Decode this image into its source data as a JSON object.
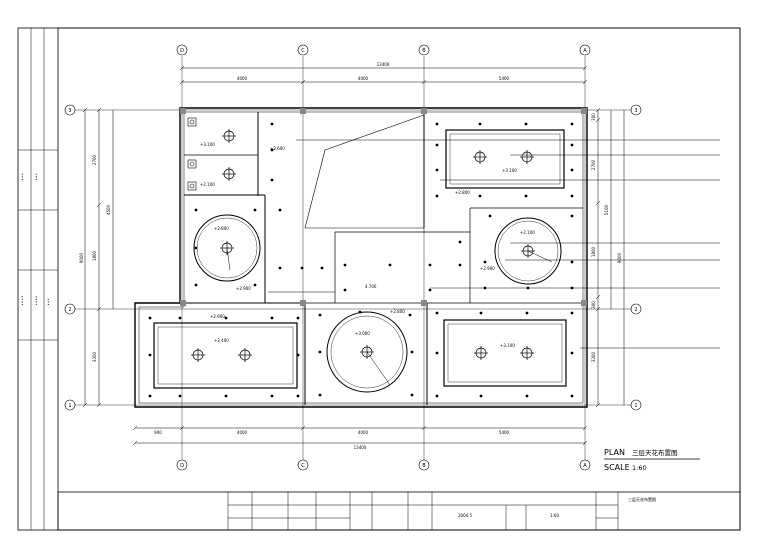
{
  "grid": {
    "top_labels": [
      "D",
      "C",
      "B",
      "A"
    ],
    "bottom_labels": [
      "D",
      "C",
      "B",
      "A"
    ],
    "left_labels": [
      "3",
      "2",
      "1"
    ],
    "right_labels": [
      "3",
      "2",
      "1"
    ]
  },
  "dimensions": {
    "top_segments": [
      "4000",
      "4000",
      "5400"
    ],
    "top_total": "13400",
    "bottom_segments": [
      "900",
      "4000",
      "4000",
      "5400"
    ],
    "bottom_total": "13400",
    "left_segments": [
      "2700",
      "1800",
      "3300"
    ],
    "left_sub": "4500",
    "left_total": "9000",
    "right_segments": [
      "300",
      "2700",
      "1800",
      "300",
      "3300"
    ],
    "right_sub": "5100",
    "right_total": "9000"
  },
  "ceiling_levels": [
    "+3.100",
    "+2.100",
    "+2.600",
    "+2.800",
    "+2.900",
    "+3.100",
    "+2.800",
    "+2.100",
    "+2.900",
    "+2.900",
    "+2.400",
    "+3.000",
    "+2.800",
    "+3.100",
    "4.700"
  ],
  "annotations": [
    "",
    "",
    "",
    "",
    "",
    "",
    ""
  ],
  "title": {
    "plan": "PLAN",
    "name": "三层天花布置图",
    "scale_label": "SCALE",
    "scale_value": "1:60"
  },
  "title_block": {
    "cells": [
      "",
      "",
      "",
      "",
      "",
      "",
      "",
      "",
      "",
      "",
      "",
      "",
      "",
      "",
      "2004.5",
      "",
      "1:60",
      "",
      "",
      "",
      "三层天花布置图"
    ]
  }
}
